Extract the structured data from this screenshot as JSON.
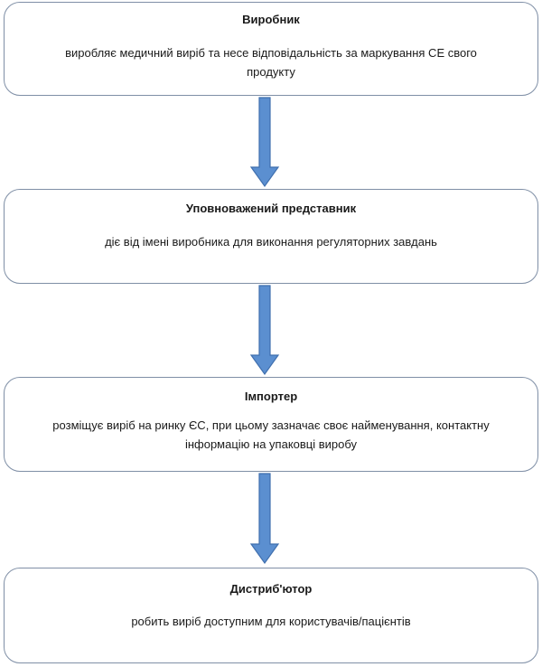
{
  "steps": [
    {
      "title": "Виробник",
      "description": "виробляє медичний виріб та несе відповідальність за маркування CE свого продукту"
    },
    {
      "title": "Уповноважений представник",
      "description": "діє від імені виробника для виконання регуляторних завдань"
    },
    {
      "title": "Імпортер",
      "description": "розміщує виріб на ринку ЄС, при цьому зазначає своє найменування, контактну інформацію на упаковці виробу"
    },
    {
      "title": "Дистриб'ютор",
      "description": "робить виріб доступним для користувачів/пацієнтів"
    }
  ],
  "colors": {
    "box_border": "#7f8fa6",
    "arrow_fill": "#5b8fd0",
    "arrow_stroke": "#3f6fae",
    "text": "#1a1a1a"
  }
}
